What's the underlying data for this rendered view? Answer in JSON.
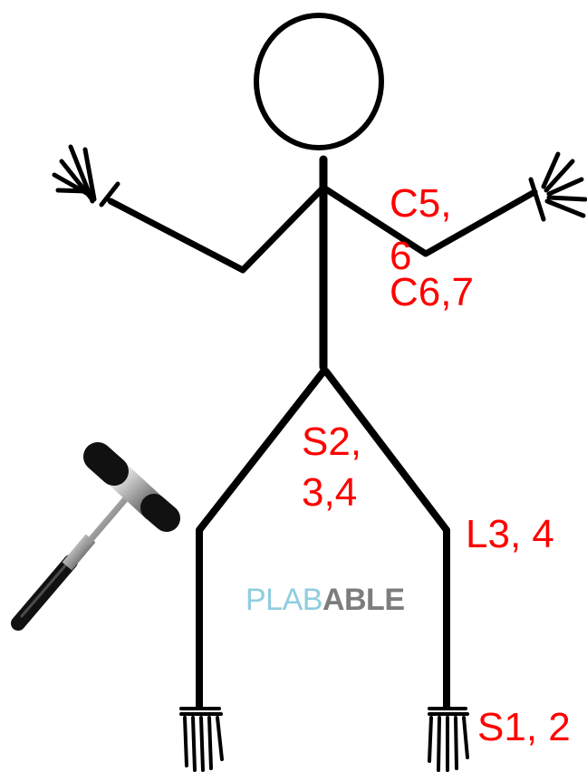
{
  "colors": {
    "figure": "#000000",
    "label": "#ff0000",
    "watermark_light": "#8fcde0",
    "watermark_dark": "#7d7d7d"
  },
  "labels": {
    "biceps": "C5,\n6",
    "triceps": "C6,7",
    "knee_upper": "S2,\n3,4",
    "knee_lower": "L3, 4",
    "ankle": "S1, 2"
  },
  "watermark": {
    "part1": "PLAB",
    "part2": "ABLE"
  },
  "icons": [
    "reflex-hammer-icon"
  ]
}
